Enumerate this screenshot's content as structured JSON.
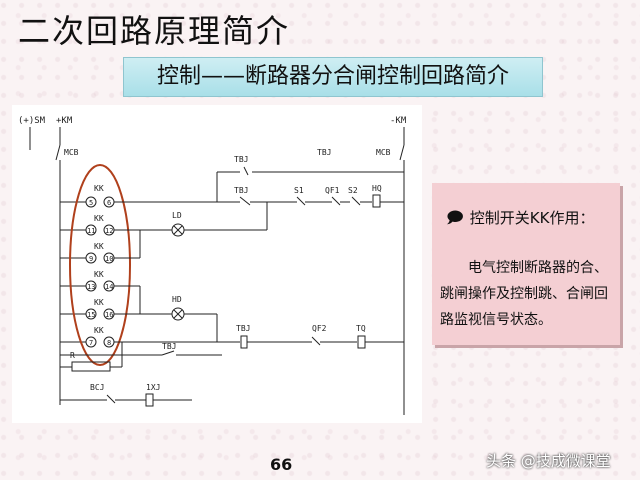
{
  "slide": {
    "title": "二次回路原理简介",
    "subtitle": "控制——断路器分合闸控制回路简介",
    "page_number": "66",
    "watermark": "头条 @技成微课堂"
  },
  "info_box": {
    "heading": "控制开关KK作用：",
    "body": "电气控制断路器的合、跳闸操作及控制跳、合闸回路监视信号状态。",
    "icon": "speech-bubbles-icon"
  },
  "diagram_labels": {
    "left_bus_1": "(+)SM",
    "left_bus_2": "+KM",
    "right_bus": "-KM",
    "mcb_left": "MCB",
    "mcb_right": "MCB",
    "kk": "KK",
    "contacts": [
      [
        "5",
        "6"
      ],
      [
        "11",
        "12"
      ],
      [
        "9",
        "10"
      ],
      [
        "13",
        "14"
      ],
      [
        "15",
        "16"
      ],
      [
        "7",
        "8"
      ]
    ],
    "tbj": "TBJ",
    "s1": "S1",
    "qf1": "QF1",
    "s2": "S2",
    "hq": "HQ",
    "ld": "LD",
    "hd": "HD",
    "qf2": "QF2",
    "tq": "TQ",
    "r": "R",
    "bcj": "BCJ",
    "xj": "1XJ"
  }
}
